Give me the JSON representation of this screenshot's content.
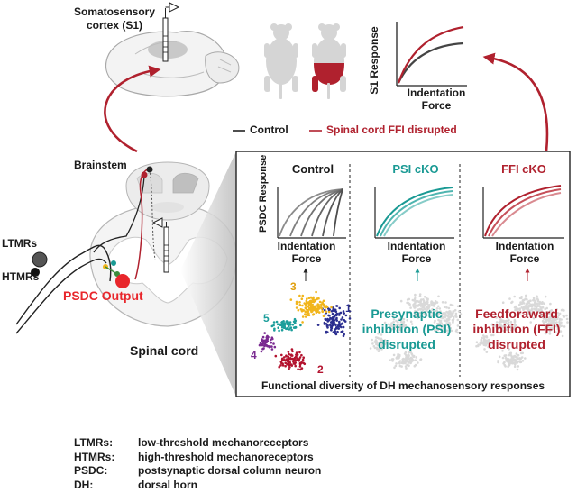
{
  "top": {
    "cortex_label_1": "Somatosensory",
    "cortex_label_2": "cortex (S1)",
    "s1_ylabel": "S1 Response",
    "s1_xlabel_1": "Indentation",
    "s1_xlabel_2": "Force",
    "legend_control": "Control",
    "legend_ffi": "Spinal cord FFI disrupted"
  },
  "left": {
    "brainstem": "Brainstem",
    "ltmrs": "LTMRs",
    "htmrs": "HTMRs",
    "psdc_output": "PSDC Output",
    "spinal_cord": "Spinal cord"
  },
  "panel": {
    "ylabel": "PSDC Response",
    "caption": "Functional diversity of DH mechanosensory responses",
    "columns": [
      {
        "title": "Control",
        "xlabel_1": "Indentation",
        "xlabel_2": "Force"
      },
      {
        "title": "PSI cKO",
        "xlabel_1": "Indentation",
        "xlabel_2": "Force",
        "note_1": "Presynaptic",
        "note_2": "inhibition (PSI)",
        "note_3": "disrupted"
      },
      {
        "title": "FFI cKO",
        "xlabel_1": "Indentation",
        "xlabel_2": "Force",
        "note_1": "Feedforaward",
        "note_2": "inhibition (FFI)",
        "note_3": "disrupted"
      }
    ],
    "cluster_labels": [
      "1",
      "2",
      "3",
      "4",
      "5"
    ]
  },
  "abbrev": [
    {
      "key": "LTMRs:",
      "value": "low-threshold mechanoreceptors"
    },
    {
      "key": "HTMRs:",
      "value": "high-threshold mechanoreceptors"
    },
    {
      "key": "PSDC:",
      "value": "postsynaptic dorsal column neuron"
    },
    {
      "key": "DH:",
      "value": "dorsal horn"
    }
  ],
  "colors": {
    "red": "#b0212e",
    "bright_red": "#e8262b",
    "teal": "#1a9a94",
    "gray": "#666666",
    "light_gray": "#d9d9d9",
    "cluster_1": "#2b2e8f",
    "cluster_2": "#b3122e",
    "cluster_3": "#f1b51c",
    "cluster_4": "#7a2b91",
    "cluster_5": "#1c9e9b"
  }
}
